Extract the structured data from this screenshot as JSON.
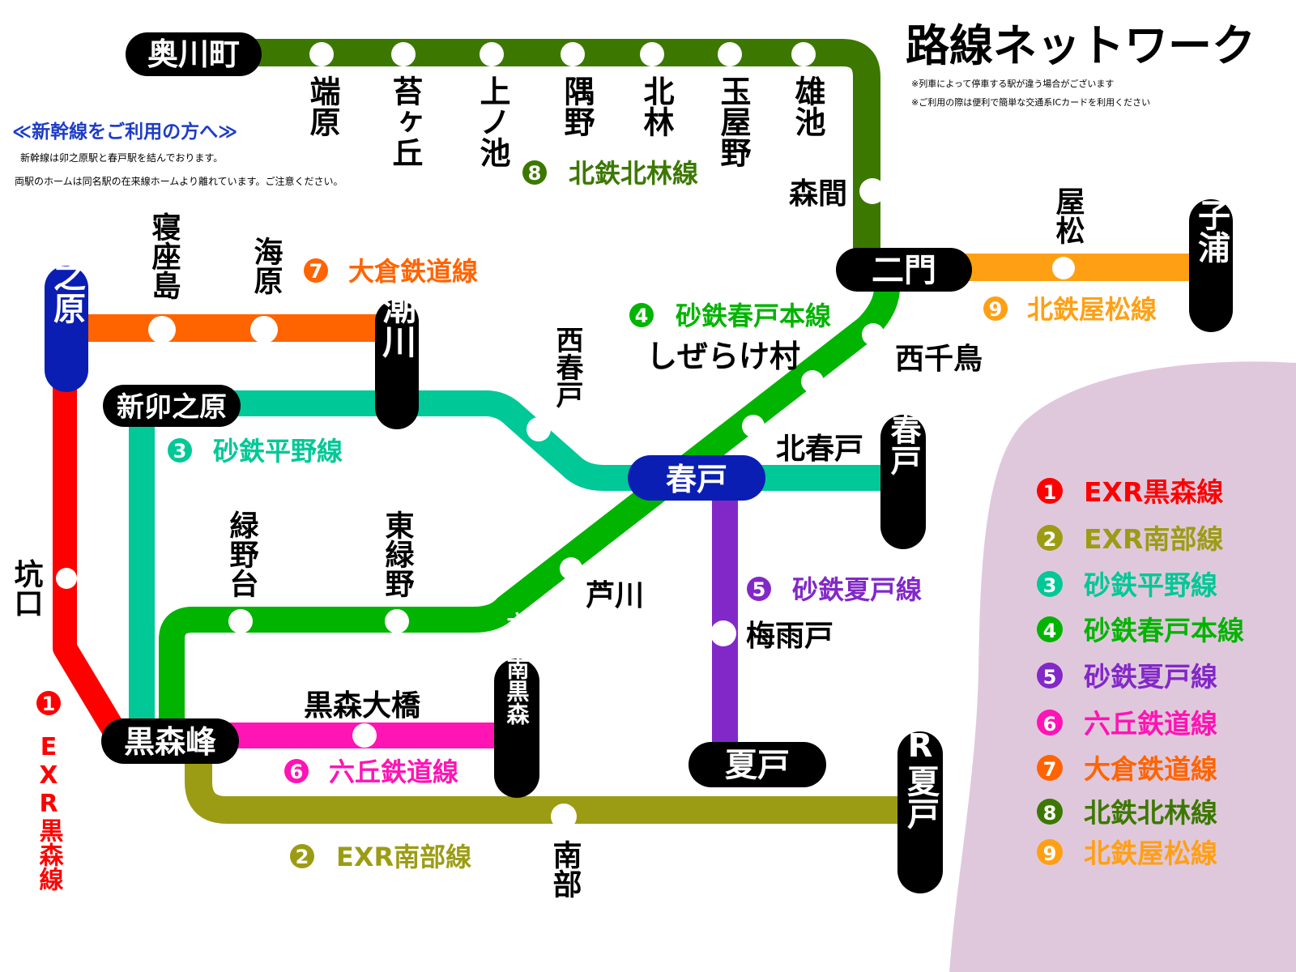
{
  "title": "路線ネットワーク",
  "notes": [
    "※列車によって停車する駅が違う場合がございます",
    "※ご利用の際は便利で簡単な交通系ICカードを利用ください"
  ],
  "shinkansen": {
    "heading": "≪新幹線をご利用の方へ≫",
    "lines": [
      "新幹線は卯之原駅と春戸駅を結んでおります。",
      "両駅のホームは同名駅の在来線ホームより離れています。ご注意ください。"
    ]
  },
  "colors": {
    "line1": "#ff0000",
    "line2": "#9c9c14",
    "line3": "#00c896",
    "line4": "#00b400",
    "line5": "#8228c8",
    "line6": "#ff14b4",
    "line7": "#ff6400",
    "line8": "#3c7800",
    "line9": "#ffa014",
    "terminal": "#000000",
    "shinkansen_station": "#0a1eb4",
    "legend_bg": "#e0c8dc"
  },
  "lines": [
    {
      "num": "1",
      "name": "EXR黒森線",
      "vertical_label": "EXR黒森線"
    },
    {
      "num": "2",
      "name": "EXR南部線"
    },
    {
      "num": "3",
      "name": "砂鉄平野線"
    },
    {
      "num": "4",
      "name": "砂鉄春戸本線"
    },
    {
      "num": "5",
      "name": "砂鉄夏戸線"
    },
    {
      "num": "6",
      "name": "六丘鉄道線"
    },
    {
      "num": "7",
      "name": "大倉鉄道線"
    },
    {
      "num": "8",
      "name": "北鉄北林線"
    },
    {
      "num": "9",
      "name": "北鉄屋松線"
    }
  ],
  "major_stations": {
    "okukawacho": "奥川町",
    "nimon": "二門",
    "tamakoura": "玉子浦",
    "unohara": "卯之原",
    "ushiokawa": "潮川",
    "shinunohara": "新卯之原",
    "haruto": "春戸",
    "shinharuto": "新春戸",
    "kuromorimine": "黒森峰",
    "rokutetsu": "六鉄南黒森",
    "natsuto": "夏戸",
    "exrnatsuto": "EXR夏戸"
  },
  "stations": {
    "hashihara": "端原",
    "kokegaoka": "苔ヶ丘",
    "kaminoike": "上ノ池",
    "sumino": "隅野",
    "kitabayashi": "北林",
    "tamayano": "玉屋野",
    "oike": "雄池",
    "morima": "森間",
    "yamatsu": "屋松",
    "nezashima": "寝座島",
    "unabara": "海原",
    "nishiharuto": "西春戸",
    "shizeraken": "しぜらけ村",
    "nishichidori": "西千鳥",
    "kitaharuto": "北春戸",
    "ashikawa": "芦川",
    "midorinodai": "緑野台",
    "higashimidorino": "東緑野",
    "tsuyuto": "梅雨戸",
    "kuromoriohashi": "黒森大橋",
    "nanbu": "南部",
    "sakaguchi": "坑口"
  }
}
